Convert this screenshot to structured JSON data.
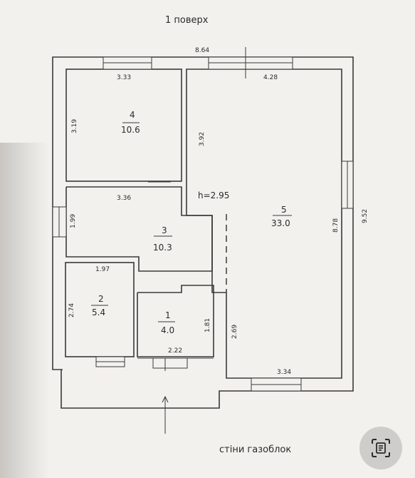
{
  "title": "1 поверх",
  "footer_note": "стіни газоблок",
  "height_label": "h=2.95",
  "rooms": [
    {
      "id": "4",
      "area": "10.6"
    },
    {
      "id": "5",
      "area": "33.0"
    },
    {
      "id": "3",
      "area": "10.3"
    },
    {
      "id": "2",
      "area": "5.4"
    },
    {
      "id": "1",
      "area": "4.0"
    }
  ],
  "dimensions": {
    "outer_top": "8.64",
    "room4_width": "3.33",
    "room5_top_width": "4.28",
    "room4_height": "3.19",
    "room5_left_wall": "3.92",
    "room3_width": "3.36",
    "room3_height": "1.99",
    "room5_inner_height": "8.78",
    "outer_right": "9.52",
    "room2_width": "1.97",
    "room2_height": "2.74",
    "room1_height": "1.81",
    "room5_lower_wall": "2.69",
    "room1_width": "2.22",
    "room5_bottom_width": "3.34"
  },
  "scan_icon": "document-scan-icon"
}
